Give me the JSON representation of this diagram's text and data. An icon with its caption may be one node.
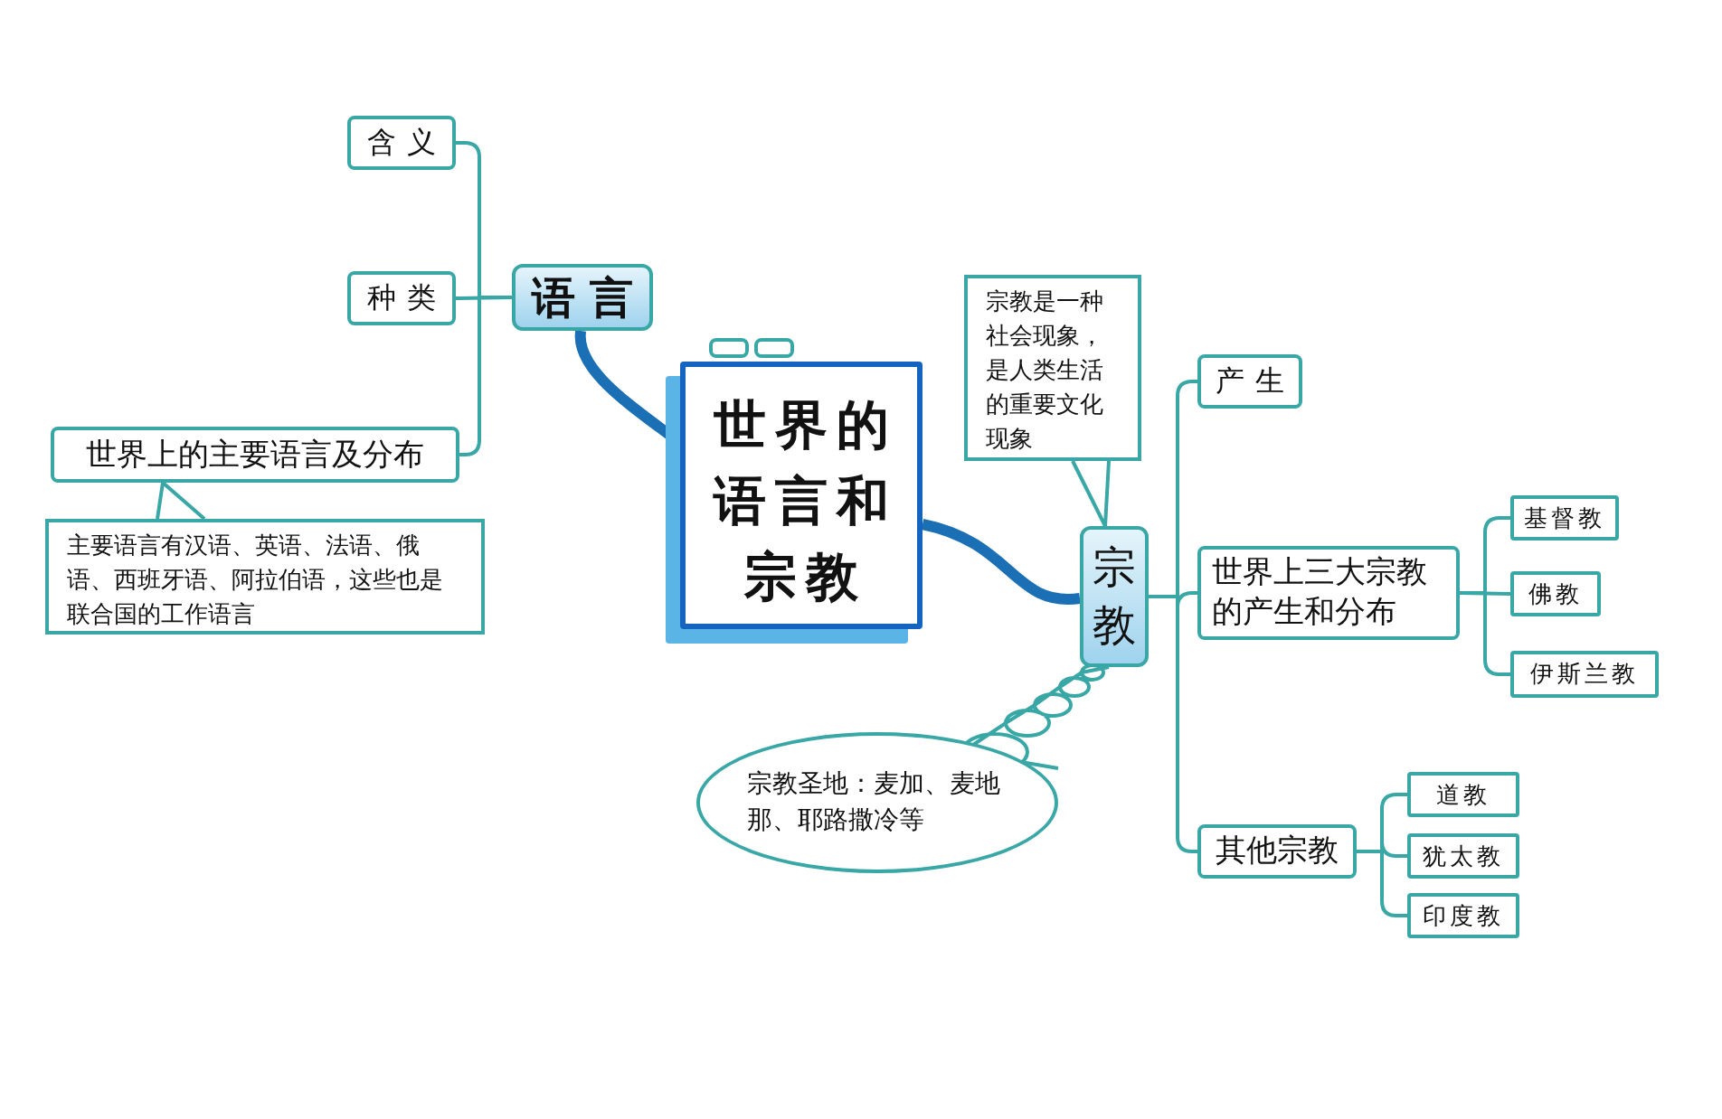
{
  "diagram": {
    "nodes": [
      {
        "text": [
          "世界的语言和宗教"
        ]
      },
      {
        "text": [
          "语言"
        ]
      },
      {
        "text": [
          "含义"
        ]
      },
      {
        "text": [
          "种类"
        ]
      },
      {
        "text": [
          "世界上的主要语言及分布"
        ]
      },
      {
        "text": [
          "主要语言有汉语、英语、法语、俄语、西班牙语、阿拉伯语，这些也是联合国的工作语言"
        ]
      },
      {
        "text": [
          "宗教"
        ]
      },
      {
        "text": [
          "宗教是一种社会现象，是人类生活的重要文化现象"
        ]
      },
      {
        "text": [
          "宗教圣地：麦加、麦地那、耶路撒冷等"
        ]
      },
      {
        "text": [
          "产生"
        ]
      },
      {
        "text": [
          "世界上三大宗教的产生和分布"
        ]
      },
      {
        "text": [
          "基督教"
        ]
      },
      {
        "text": [
          "佛教"
        ]
      },
      {
        "text": [
          "伊斯兰教"
        ]
      },
      {
        "text": [
          "其他宗教"
        ]
      },
      {
        "text": [
          "道教"
        ]
      },
      {
        "text": [
          "犹太教"
        ]
      },
      {
        "text": [
          "印度教"
        ]
      }
    ],
    "edges": [
      {
        "from": 0,
        "to": 1,
        "arrow": "none",
        "style": "thick"
      },
      {
        "from": 1,
        "to": 2,
        "arrow": "none"
      },
      {
        "from": 1,
        "to": 3,
        "arrow": "none"
      },
      {
        "from": 1,
        "to": 4,
        "arrow": "none"
      },
      {
        "from": 5,
        "to": 4,
        "arrow": "none"
      },
      {
        "from": 0,
        "to": 6,
        "arrow": "none",
        "style": "thick"
      },
      {
        "from": 7,
        "to": 6,
        "arrow": "none"
      },
      {
        "from": 8,
        "to": 6,
        "arrow": "none"
      },
      {
        "from": 6,
        "to": 9,
        "arrow": "none"
      },
      {
        "from": 6,
        "to": 10,
        "arrow": "none"
      },
      {
        "from": 6,
        "to": 14,
        "arrow": "none"
      },
      {
        "from": 10,
        "to": 11,
        "arrow": "none"
      },
      {
        "from": 10,
        "to": 12,
        "arrow": "none"
      },
      {
        "from": 10,
        "to": 13,
        "arrow": "none"
      },
      {
        "from": 14,
        "to": 15,
        "arrow": "none"
      },
      {
        "from": 14,
        "to": 16,
        "arrow": "none"
      },
      {
        "from": 14,
        "to": 17,
        "arrow": "none"
      }
    ]
  }
}
